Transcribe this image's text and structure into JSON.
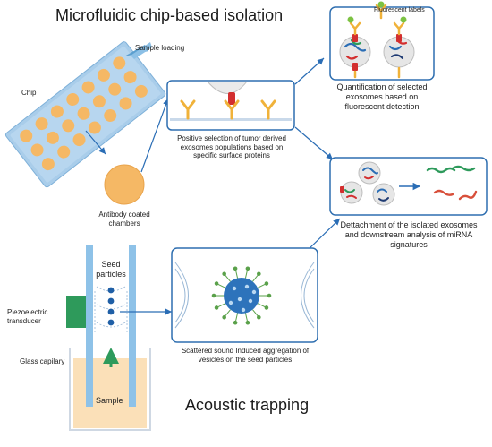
{
  "titles": {
    "microfluidic": "Microfluidic chip-based isolation",
    "acoustic": "Acoustic trapping"
  },
  "labels": {
    "sample_loading": "Sample loading",
    "chip": "Chip",
    "antibody_chambers": "Antibody coated chambers",
    "positive_selection": "Positive selection of tumor derived exosomes populations based on specific surface proteins",
    "fluorescent_labels": "Fluorescent labels",
    "quantification": "Quantification of selected exosomes based on fluorescent detection",
    "detachment": "Dettachment of the isolated exosomes and downstream analysis of miRNA signatures",
    "seed_particles": "Seed particles",
    "piezo": "Piezoelectric transducer",
    "glass_capillary": "Glass capilary",
    "sample": "Sample",
    "scattered_sound": "Scattered sound Induced aggregation of vesicles on the seed particles"
  },
  "colors": {
    "chip_blue": "#a9cdea",
    "chamber_orange": "#f5b865",
    "frame_blue": "#2f6fb0",
    "arrow_blue": "#2a6db5",
    "antibody": "#f0b23a",
    "piezo_green": "#2e9a5b",
    "sample_fill": "#fbe0b8",
    "capillary": "#8ec2e8"
  }
}
